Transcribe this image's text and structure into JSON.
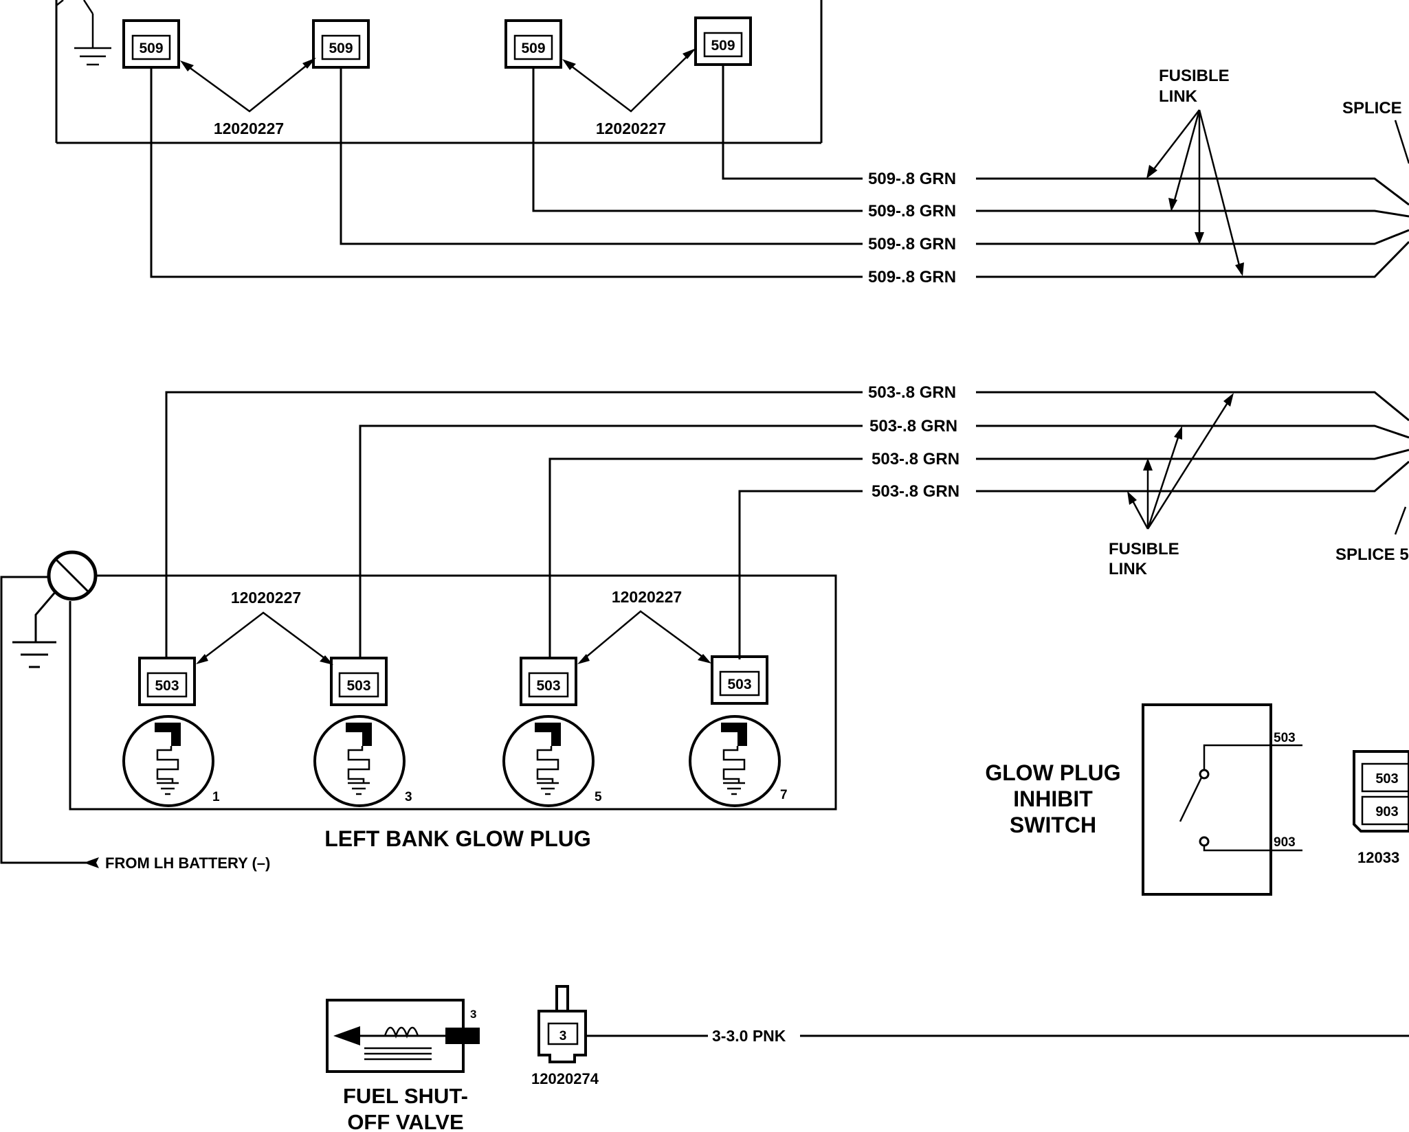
{
  "top_connectors": {
    "pin_label": "509",
    "part_label_left": "12020227",
    "part_label_right": "12020227"
  },
  "top_wires": [
    "509-.8 GRN",
    "509-.8 GRN",
    "509-.8 GRN",
    "509-.8 GRN"
  ],
  "top_fusible_link": "FUSIBLE\nLINK",
  "top_splice": "SPLICE",
  "bottom_wires": [
    "503-.8 GRN",
    "503-.8 GRN",
    "503-.8 GRN",
    "503-.8 GRN"
  ],
  "bottom_fusible_link": "FUSIBLE\nLINK",
  "bottom_splice": "SPLICE 5",
  "left_bank": {
    "pin_label": "503",
    "part_label_left": "12020227",
    "part_label_right": "12020227",
    "plug_numbers": [
      "1",
      "3",
      "5",
      "7"
    ],
    "title": "LEFT BANK GLOW PLUG"
  },
  "battery_label": "FROM LH BATTERY (–)",
  "inhibit_switch": {
    "title_lines": [
      "GLOW PLUG",
      "INHIBIT",
      "SWITCH"
    ],
    "pin_top": "503",
    "pin_bottom": "903",
    "connector_pins": [
      "503",
      "903"
    ],
    "connector_part": "12033"
  },
  "fuel_valve": {
    "pin": "3",
    "connector_pin": "3",
    "connector_part": "12020274",
    "wire": "3-3.0 PNK",
    "title_lines": [
      "FUEL SHUT-",
      "OFF VALVE"
    ]
  }
}
